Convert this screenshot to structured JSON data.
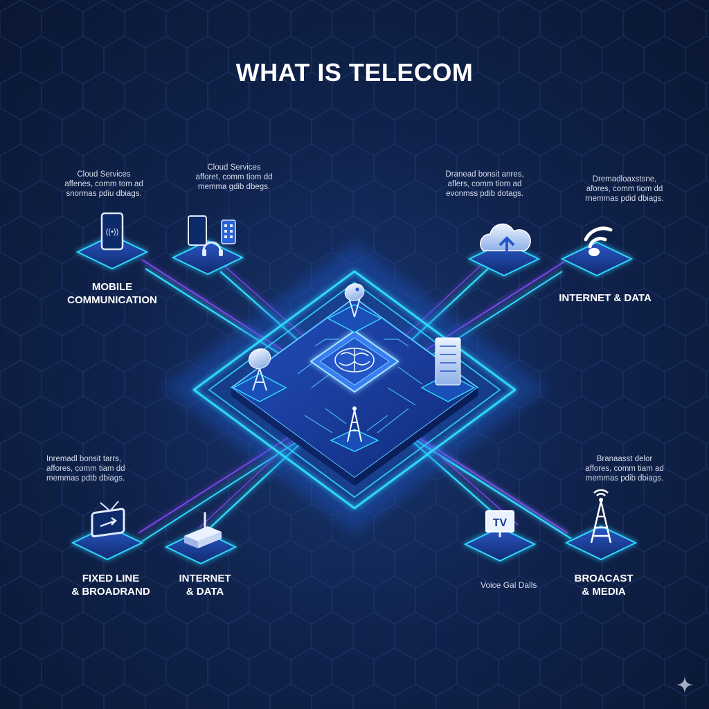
{
  "title": "WHAT IS TELECOM",
  "blurbs": {
    "top_left_1": [
      "Cloud Services",
      "affenes, comm tom ad",
      "snormas pdiu dbiags."
    ],
    "top_left_2": [
      "Cloud Services",
      "afforet, comm tiom dd",
      "memma gdib dbegs."
    ],
    "top_right_1": [
      "Dranead bonsit anres,",
      "aflers, comm tiom ad",
      "evonmss pdib dotags."
    ],
    "top_right_2": [
      "Dremadloaxstsne,",
      "afores, comm tiom dd",
      "rnemmas pdid dbiags."
    ],
    "bottom_left": [
      "Inremadl bonsit tarrs,",
      "affores, comm tiam dd",
      "memmas pdtb dbiags."
    ],
    "bottom_right": [
      "Branaasst delor",
      "affores, comm tiam ad",
      "memmas pdib dbiags."
    ]
  },
  "labels": {
    "mobile": [
      "MOBILE",
      "COMMUNICATION"
    ],
    "internet_top": [
      "INTERNET & DATA"
    ],
    "fixed": [
      "FIXED LINE",
      "& BROADRAND"
    ],
    "internet_bottom": [
      "INTERNET",
      "& DATA"
    ],
    "broadcast": [
      "BROACAST",
      "& MEDIA"
    ],
    "voice": "Voice Gal Dalls"
  },
  "icons": {
    "tablet_screen": "((•))",
    "tv_screen": "TV"
  },
  "colors": {
    "cyan": "#2fd8ff",
    "purple": "#8a4bff",
    "panel": "#1c3f9c",
    "text": "#ffffff"
  }
}
